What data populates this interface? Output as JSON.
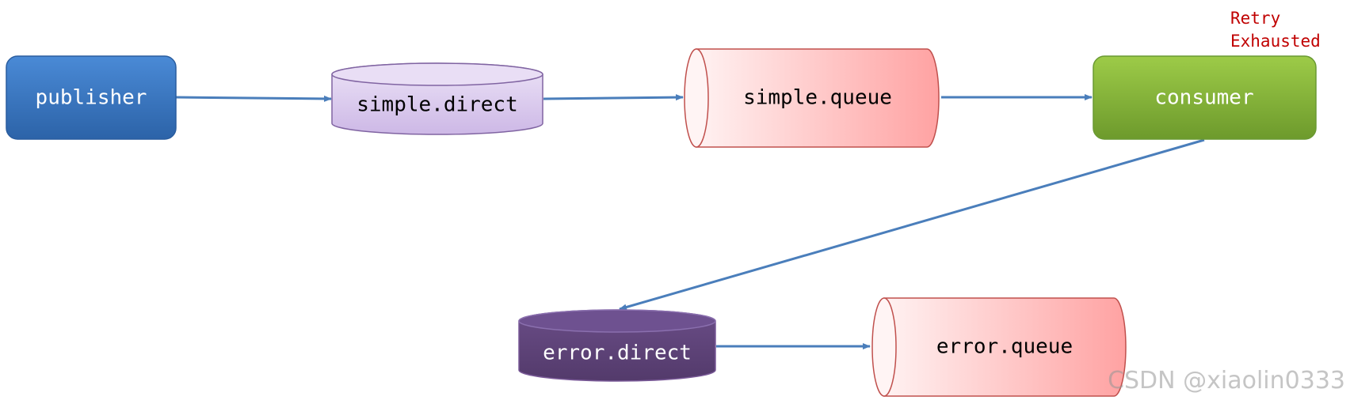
{
  "nodes": {
    "publisher": {
      "label": "publisher",
      "shape": "rounded-box",
      "color": "#3a7bc8"
    },
    "simple_direct": {
      "label": "simple.direct",
      "shape": "exchange-cylinder",
      "color": "#d9c9ee"
    },
    "simple_queue": {
      "label": "simple.queue",
      "shape": "queue-cylinder",
      "color": "#ffb0b0"
    },
    "consumer": {
      "label": "consumer",
      "shape": "rounded-box",
      "color": "#8dba3e"
    },
    "error_direct": {
      "label": "error.direct",
      "shape": "exchange-cylinder",
      "color": "#5e4378"
    },
    "error_queue": {
      "label": "error.queue",
      "shape": "queue-cylinder",
      "color": "#ffb0b0"
    }
  },
  "annotation": {
    "line1": "Retry",
    "line2": "Exhausted",
    "color": "#c00000"
  },
  "edges": [
    {
      "from": "publisher",
      "to": "simple.direct"
    },
    {
      "from": "simple.direct",
      "to": "simple.queue"
    },
    {
      "from": "simple.queue",
      "to": "consumer"
    },
    {
      "from": "consumer",
      "to": "error.direct"
    },
    {
      "from": "error.direct",
      "to": "error.queue"
    }
  ],
  "watermark": "CSDN @xiaolin0333",
  "colors": {
    "edge": "#4a7ebb",
    "queue_border": "#c0504d",
    "exchange_border": "#8064a2"
  }
}
